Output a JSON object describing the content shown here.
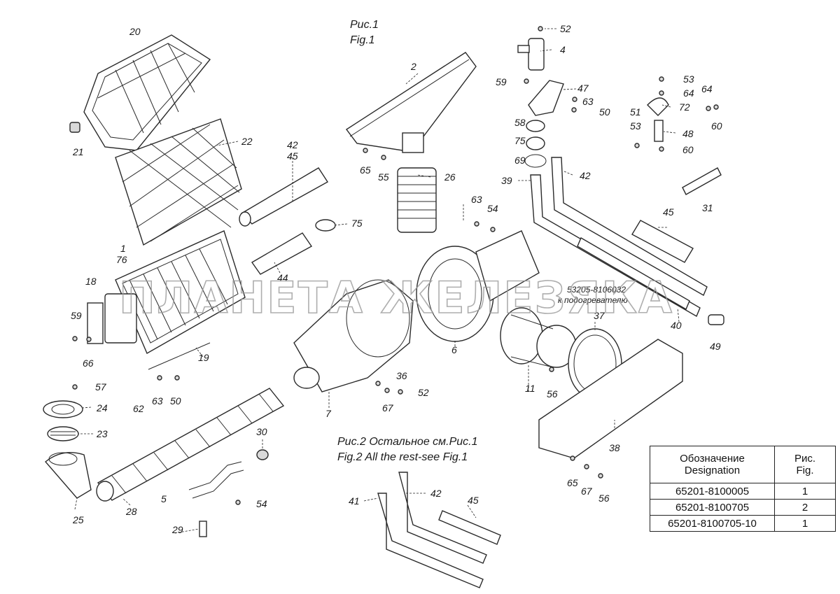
{
  "figure1": {
    "title_ru": "Рис.1",
    "title_en": "Fig.1"
  },
  "figure2": {
    "title_ru": "Рис.2 Остальное см.Рис.1",
    "title_en": "Fig.2 All the rest-see Fig.1"
  },
  "watermark": "ПЛАНЕТА ЖЕЛЕЗЯКА",
  "note": {
    "part": "53205-8106032",
    "text": "к подогревателю"
  },
  "table": {
    "header_designation_ru": "Обозначение",
    "header_designation_en": "Designation",
    "header_fig_ru": "Рис.",
    "header_fig_en": "Fig.",
    "rows": [
      {
        "designation": "65201-8100005",
        "fig": "1"
      },
      {
        "designation": "65201-8100705",
        "fig": "2"
      },
      {
        "designation": "65201-8100705-10",
        "fig": "1"
      }
    ]
  },
  "labels": {
    "l20": "20",
    "l21": "21",
    "l22": "22",
    "l1": "1",
    "l76": "76",
    "l18": "18",
    "l59a": "59",
    "l66": "66",
    "l19": "19",
    "l62": "62",
    "l63a": "63",
    "l50a": "50",
    "l57": "57",
    "l24": "24",
    "l23": "23",
    "l25": "25",
    "l28": "28",
    "l5": "5",
    "l29": "29",
    "l30": "30",
    "l54a": "54",
    "l42a": "42",
    "l45a": "45",
    "l75a": "75",
    "l44": "44",
    "l2": "2",
    "l65a": "65",
    "l55": "55",
    "l26": "26",
    "l63b": "63",
    "l54b": "54",
    "l6": "6",
    "l7": "7",
    "l36": "36",
    "l67a": "67",
    "l52a": "52",
    "l11": "11",
    "l56a": "56",
    "l37": "37",
    "l52b": "52",
    "l4": "4",
    "l59b": "59",
    "l47": "47",
    "l63c": "63",
    "l50b": "50",
    "l58": "58",
    "l75b": "75",
    "l69": "69",
    "l39": "39",
    "l42b": "42",
    "l53a": "53",
    "l64a": "64",
    "l64b": "64",
    "l51": "51",
    "l72": "72",
    "l60a": "60",
    "l53b": "53",
    "l48": "48",
    "l60b": "60",
    "l31": "31",
    "l45b": "45",
    "l40": "40",
    "l49": "49",
    "l38": "38",
    "l65b": "65",
    "l67b": "67",
    "l56b": "56",
    "l41": "41",
    "l42c": "42",
    "l45c": "45"
  },
  "colors": {
    "line": "#2a2a2a",
    "watermark": "#9a9a9a",
    "background": "#ffffff"
  }
}
